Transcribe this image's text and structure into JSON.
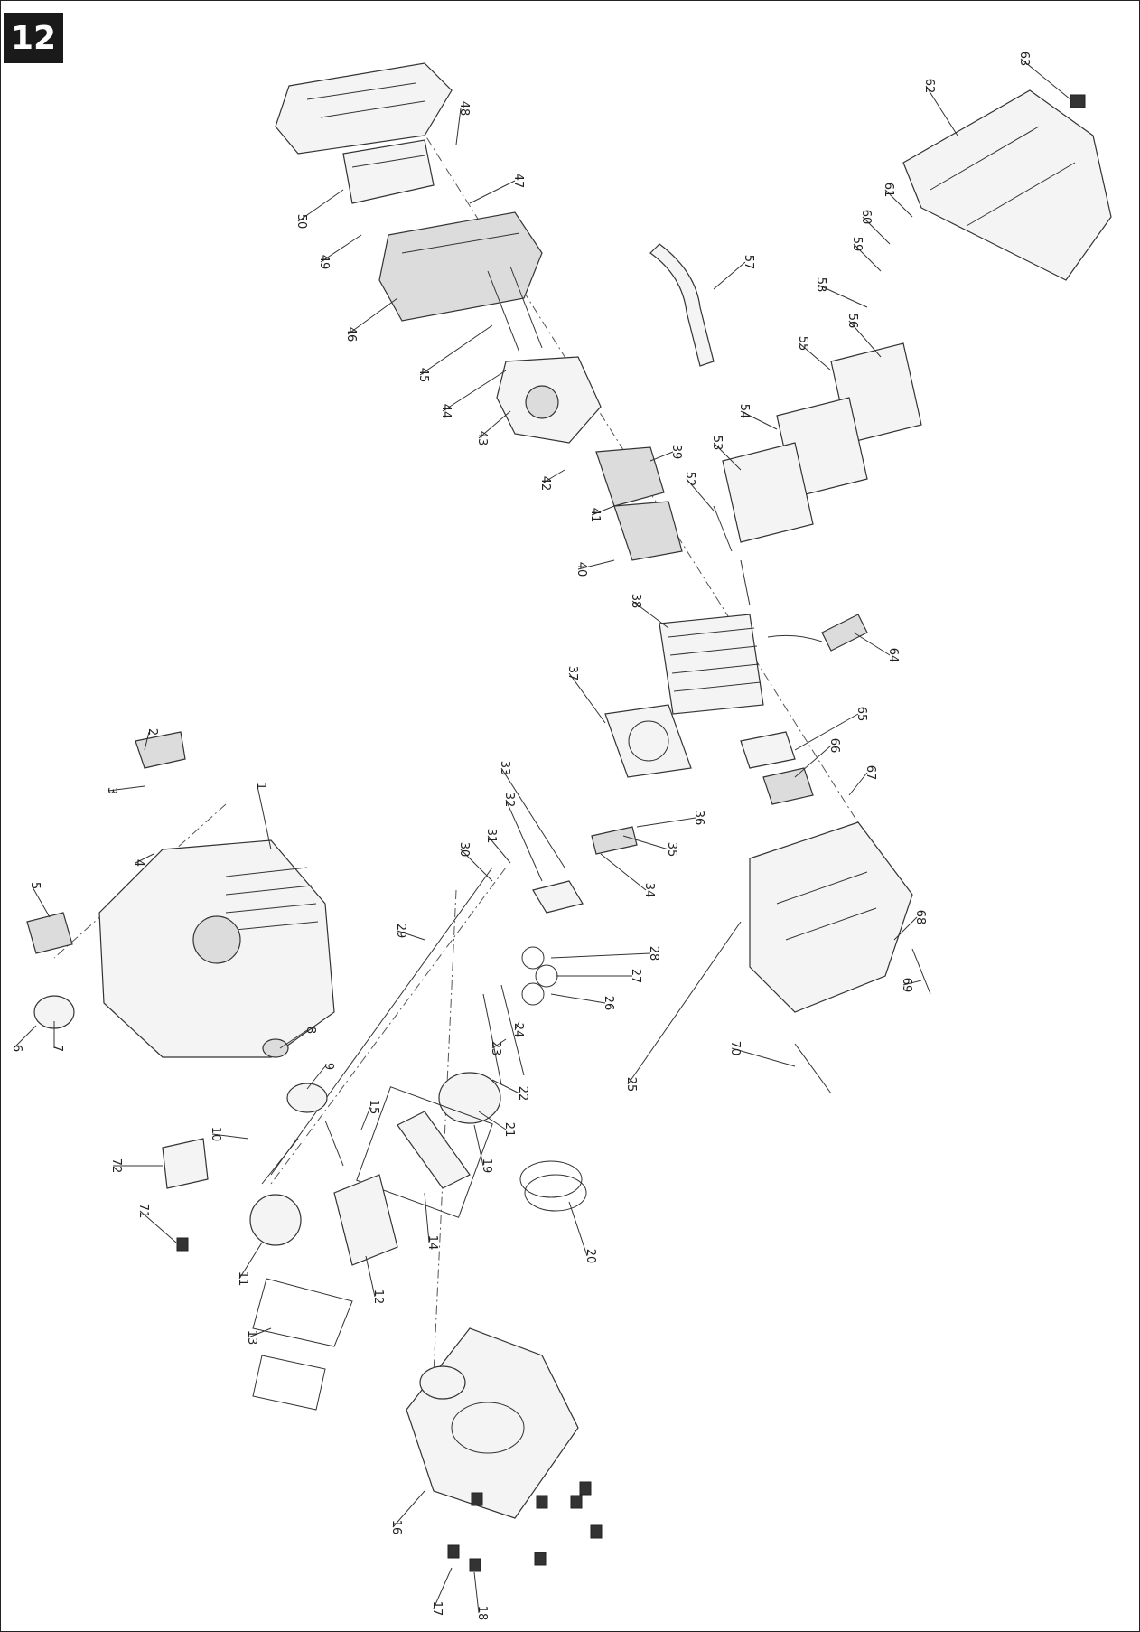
{
  "figure_number": "12",
  "colors": {
    "ink": "#222222",
    "badge_bg": "#1a1a1a",
    "badge_text": "#ffffff",
    "paper": "#ffffff"
  },
  "part_labels": [
    "1",
    "2",
    "3",
    "4",
    "5",
    "6",
    "7",
    "8",
    "9",
    "10",
    "11",
    "12",
    "13",
    "14",
    "15",
    "16",
    "17",
    "18",
    "19",
    "20",
    "21",
    "22",
    "23",
    "24",
    "25",
    "26",
    "27",
    "28",
    "29",
    "30",
    "31",
    "32",
    "33",
    "34",
    "35",
    "36",
    "37",
    "38",
    "39",
    "40",
    "41",
    "42",
    "43",
    "44",
    "45",
    "46",
    "47",
    "48",
    "49",
    "50",
    "52",
    "53",
    "54",
    "55",
    "56",
    "57",
    "58",
    "59",
    "60",
    "61",
    "62",
    "63",
    "64",
    "65",
    "66",
    "67",
    "68",
    "69",
    "70",
    "71",
    "72"
  ]
}
